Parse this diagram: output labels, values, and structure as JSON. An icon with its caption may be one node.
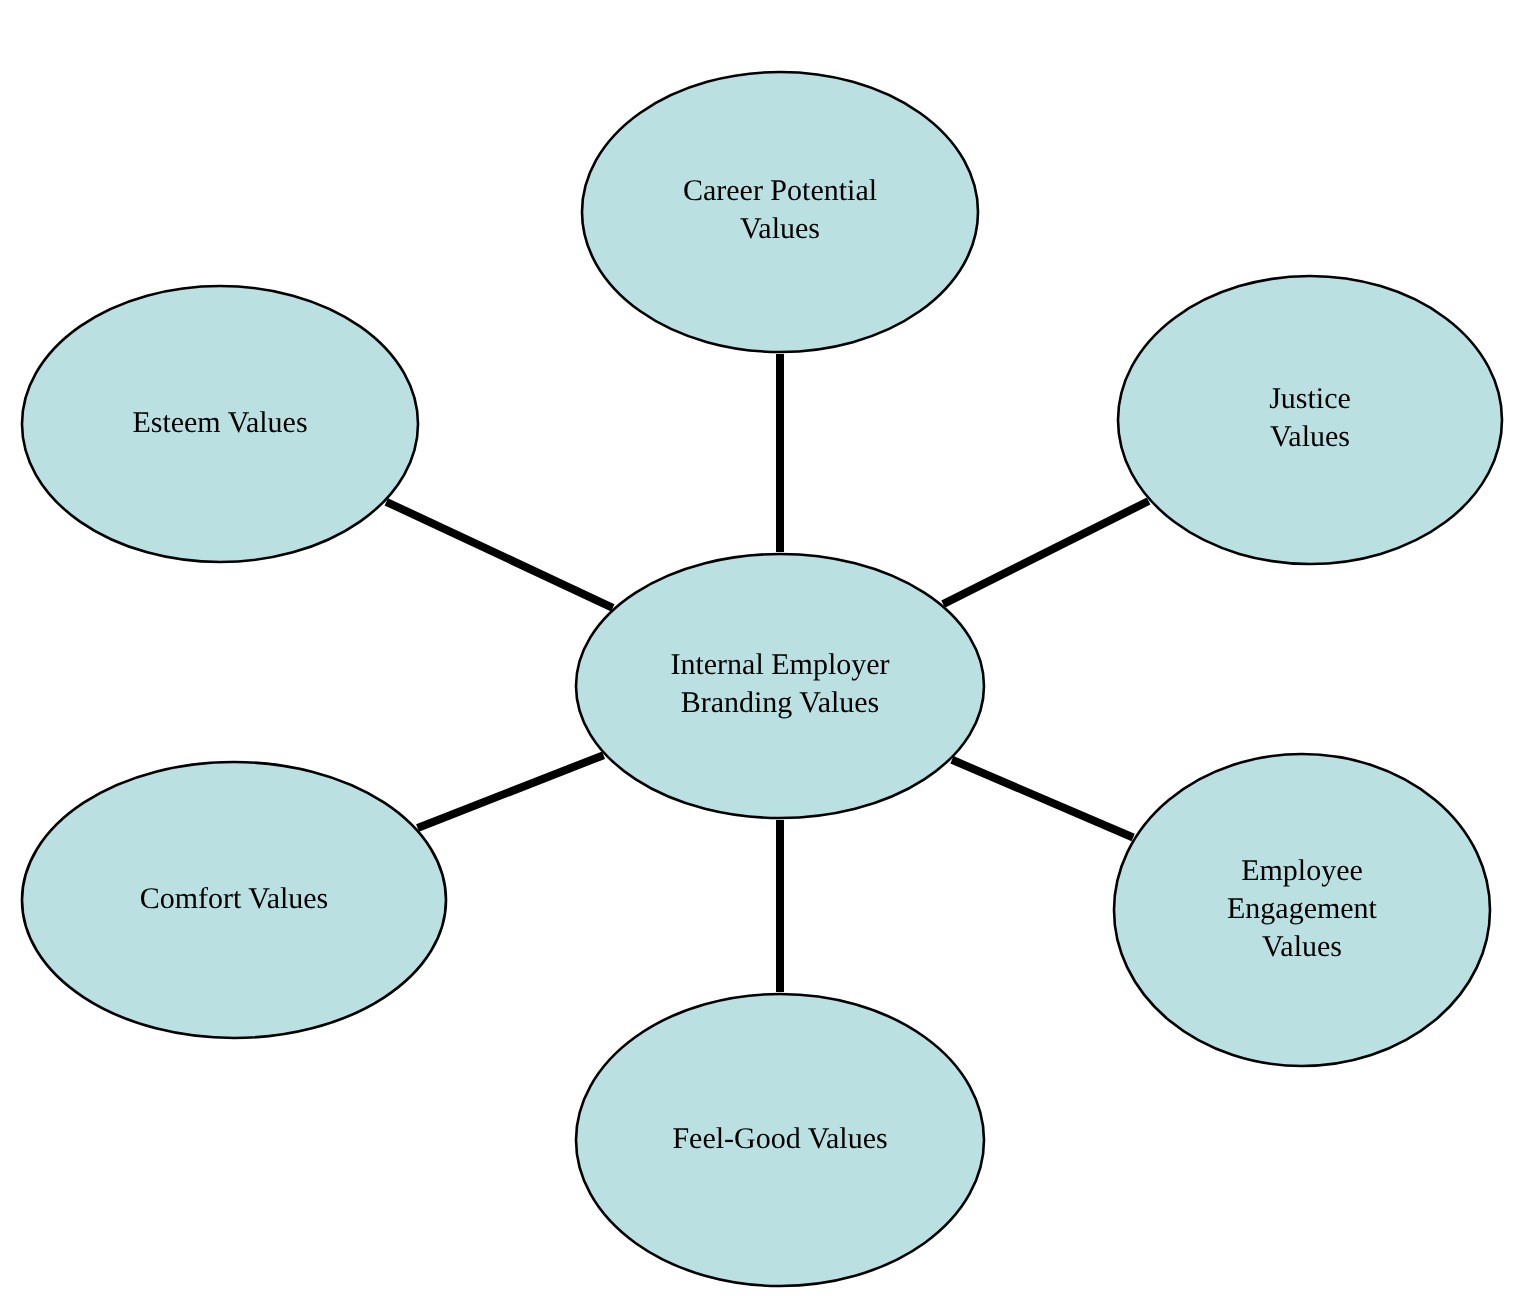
{
  "diagram": {
    "nodes": [
      {
        "text": [
          "Career Potential Values"
        ]
      },
      {
        "text": [
          "Esteem Values"
        ]
      },
      {
        "text": [
          "Justice Values"
        ]
      },
      {
        "text": [
          "Internal Employer Branding Values"
        ]
      },
      {
        "text": [
          "Comfort Values"
        ]
      },
      {
        "text": [
          "Employee Engagement Values"
        ]
      },
      {
        "text": [
          "Feel-Good Values"
        ]
      }
    ],
    "edges": [
      {
        "from": 3,
        "to": 0,
        "arrow": "none"
      },
      {
        "from": 3,
        "to": 1,
        "arrow": "none"
      },
      {
        "from": 3,
        "to": 2,
        "arrow": "none"
      },
      {
        "from": 3,
        "to": 4,
        "arrow": "none"
      },
      {
        "from": 3,
        "to": 5,
        "arrow": "none"
      },
      {
        "from": 3,
        "to": 6,
        "arrow": "none"
      }
    ]
  }
}
